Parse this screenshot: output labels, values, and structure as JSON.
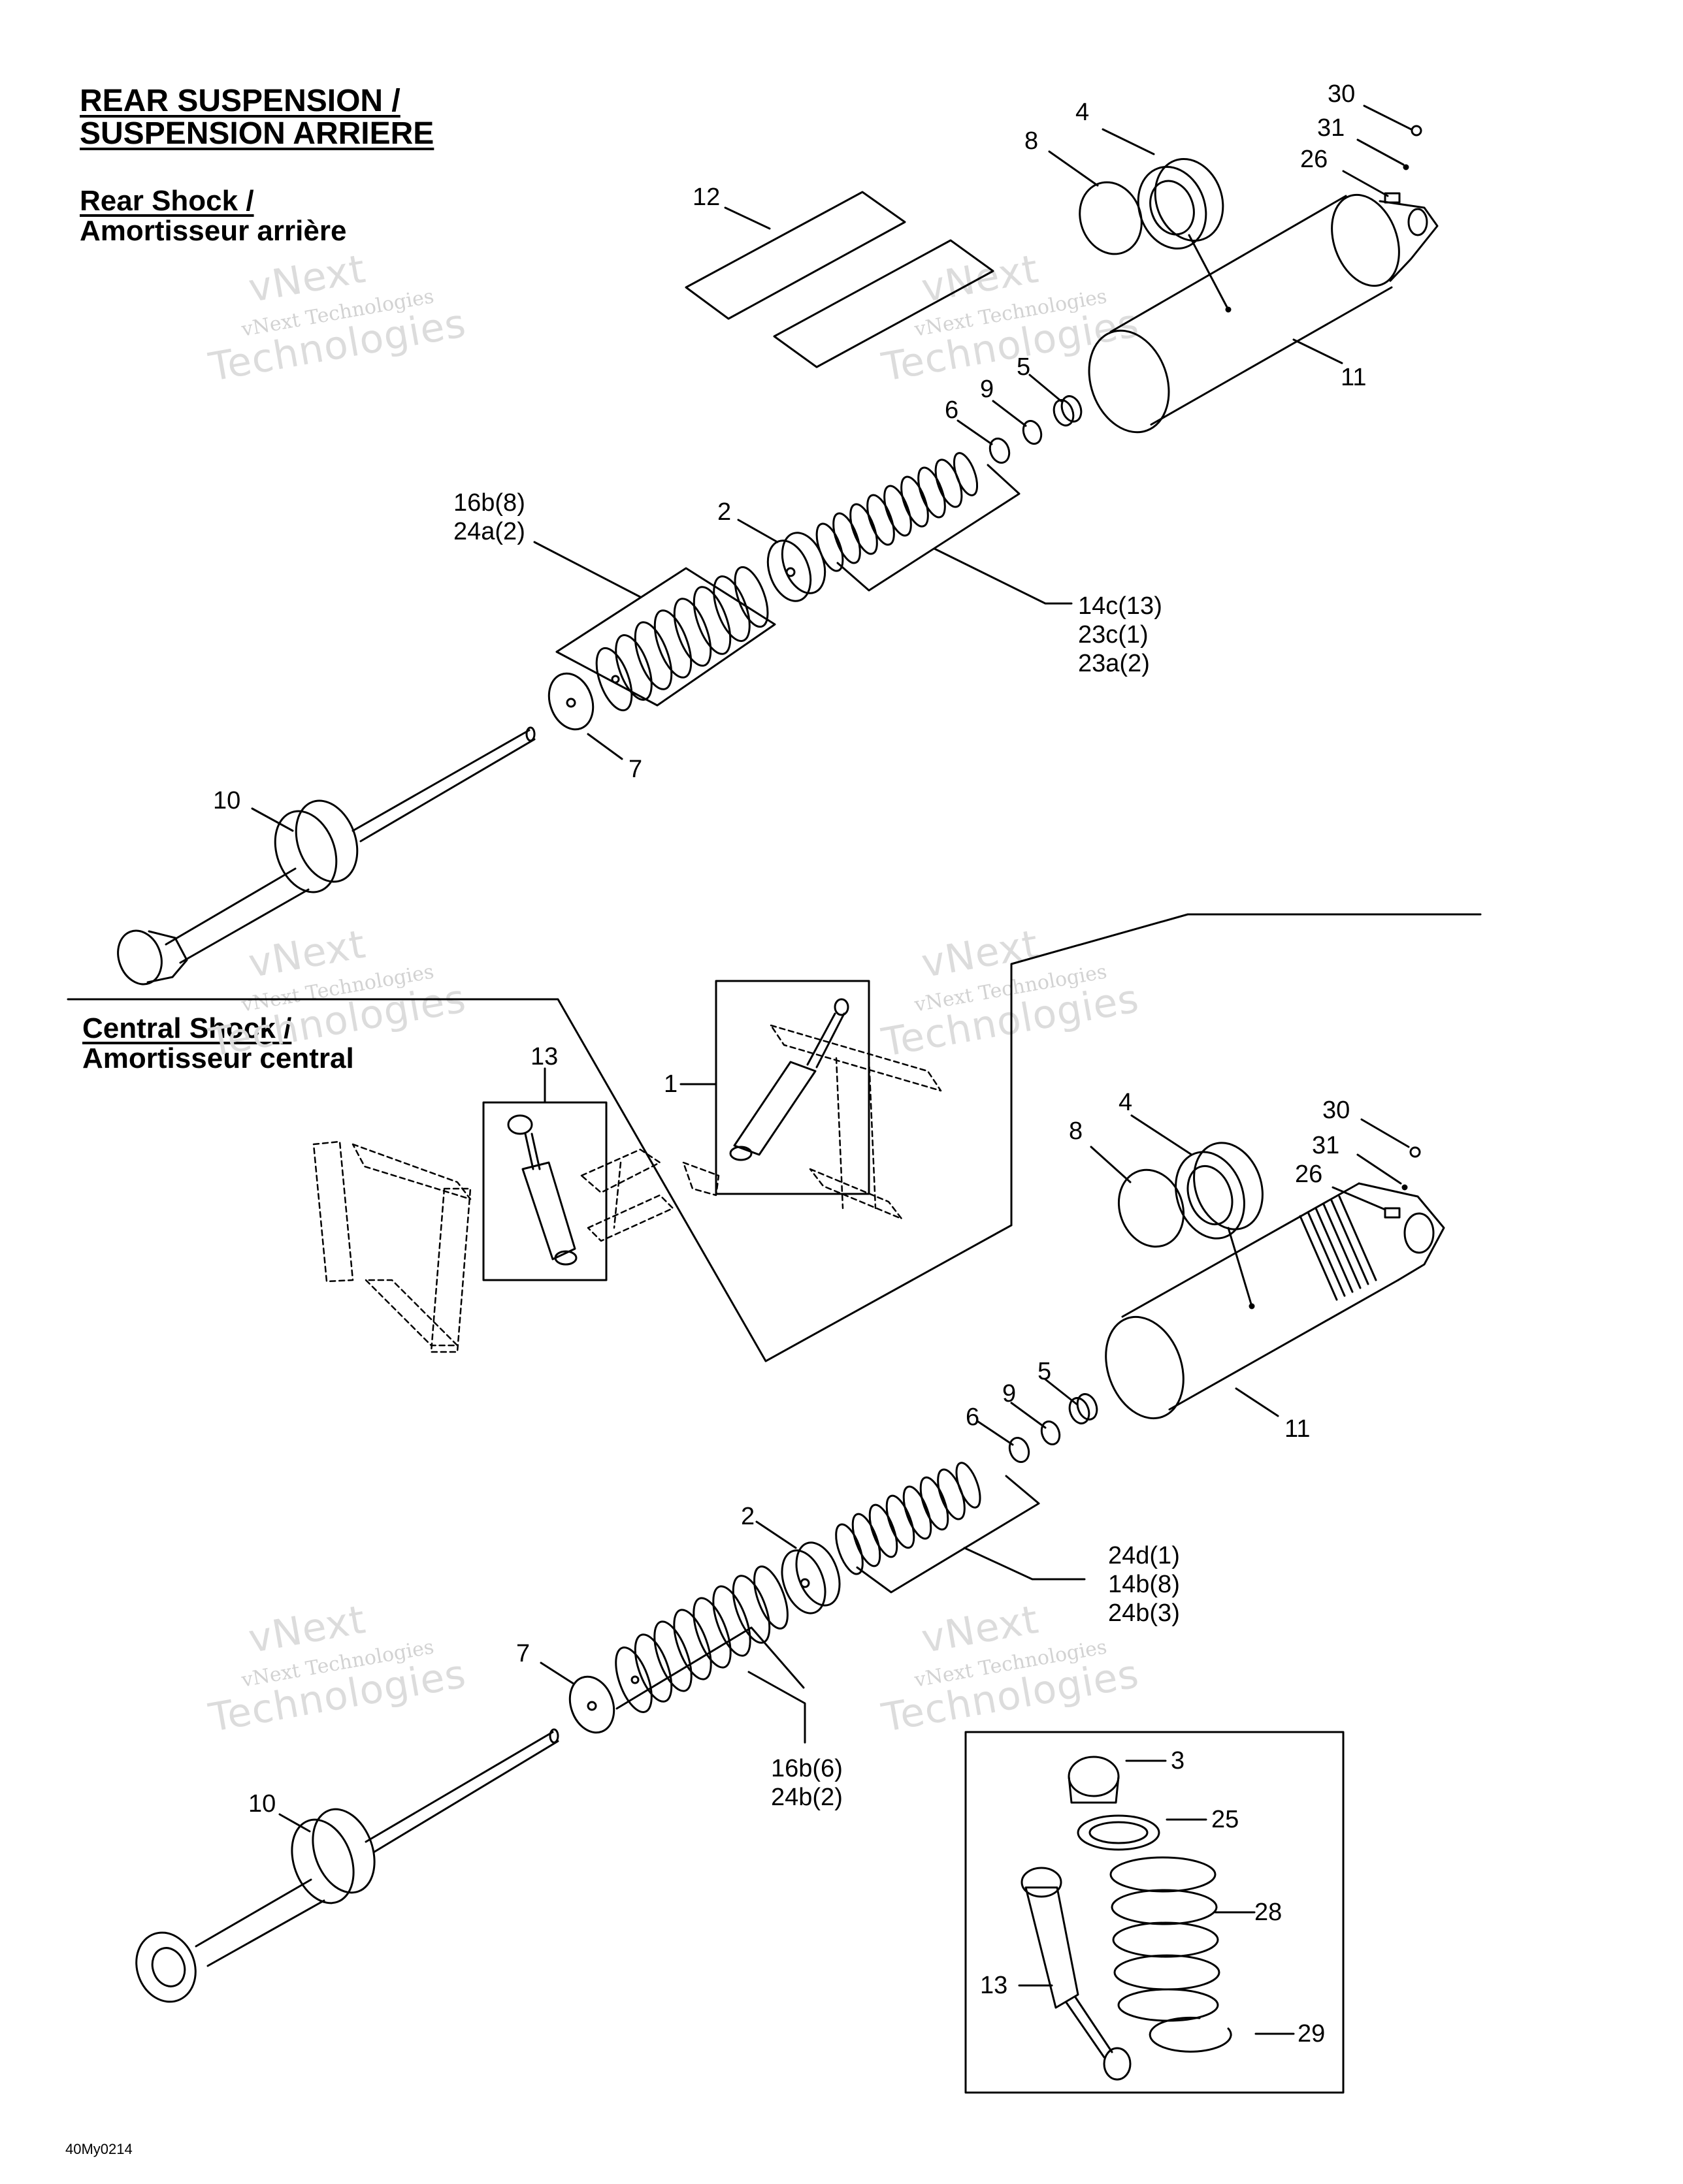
{
  "title": {
    "line1": "REAR SUSPENSION /",
    "line2": "SUSPENSION ARRIERE"
  },
  "sections": {
    "rear": {
      "line1": "Rear Shock /",
      "line2": "Amortisseur arrière"
    },
    "central": {
      "line1": "Central Shock /",
      "line2": "Amortisseur central"
    }
  },
  "watermark": {
    "small": "vNext Technologies",
    "big": "Technologies",
    "top": "vNext"
  },
  "drawing_code": "40My0214",
  "labels": {
    "r30": "30",
    "r31": "31",
    "r26": "26",
    "r4": "4",
    "r8": "8",
    "r12": "12",
    "r11": "11",
    "r5": "5",
    "r9": "9",
    "r6": "6",
    "r2": "2",
    "r16a": "16b(8)",
    "r16b": "24a(2)",
    "r14a": "14c(13)",
    "r14b": "23c(1)",
    "r14c": "23a(2)",
    "r7": "7",
    "r10": "10",
    "c13": "13",
    "c1": "1",
    "c4": "4",
    "c8": "8",
    "c30": "30",
    "c31": "31",
    "c26": "26",
    "c11": "11",
    "c5": "5",
    "c9": "9",
    "c6": "6",
    "c2": "2",
    "c24a": "24d(1)",
    "c24b": "14b(8)",
    "c24c": "24b(3)",
    "c7": "7",
    "c16a": "16b(6)",
    "c16b": "24b(2)",
    "c10": "10",
    "i3": "3",
    "i25": "25",
    "i28": "28",
    "i13": "13",
    "i29": "29"
  },
  "colors": {
    "ink": "#000000",
    "watermark": "#d2d2d2",
    "background": "#ffffff"
  }
}
